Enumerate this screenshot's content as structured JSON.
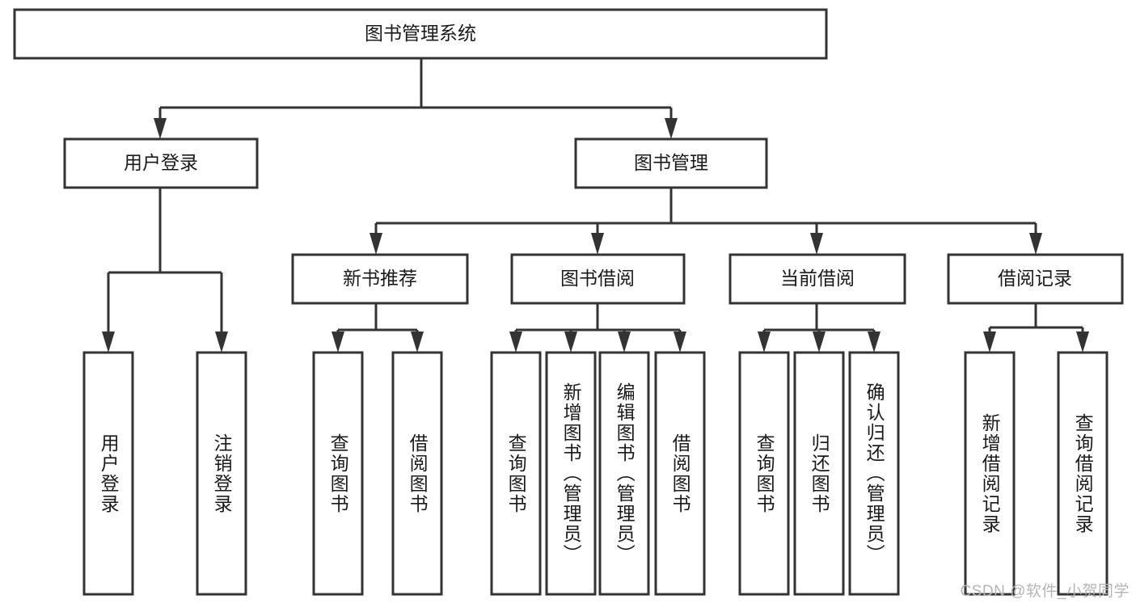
{
  "diagram": {
    "type": "tree",
    "title": "图书管理系统",
    "root": {
      "label": "图书管理系统"
    },
    "level2": [
      {
        "label": "用户登录"
      },
      {
        "label": "图书管理"
      }
    ],
    "level3": [
      {
        "label": "新书推荐"
      },
      {
        "label": "图书借阅"
      },
      {
        "label": "当前借阅"
      },
      {
        "label": "借阅记录"
      }
    ],
    "leaves": {
      "user_login": [
        {
          "label": "用户登录"
        },
        {
          "label": "注销登录"
        }
      ],
      "new_book": [
        {
          "label": "查询图书"
        },
        {
          "label": "借阅图书"
        }
      ],
      "book_borrow": [
        {
          "label": "查询图书"
        },
        {
          "label": "新增图书（管理员）"
        },
        {
          "label": "编辑图书（管理员）"
        },
        {
          "label": "借阅图书"
        }
      ],
      "current_borrow": [
        {
          "label": "查询图书"
        },
        {
          "label": "归还图书"
        },
        {
          "label": "确认归还（管理员）"
        }
      ],
      "borrow_record": [
        {
          "label": "新增借阅记录"
        },
        {
          "label": "查询借阅记录"
        }
      ]
    }
  },
  "watermark": {
    "text": "CSDN @软件_小贺同学"
  },
  "colors": {
    "box_stroke": "#333333",
    "box_fill": "#ffffff",
    "text": "#1a1a1a",
    "watermark": "#b5b5b5",
    "background": "#ffffff"
  }
}
